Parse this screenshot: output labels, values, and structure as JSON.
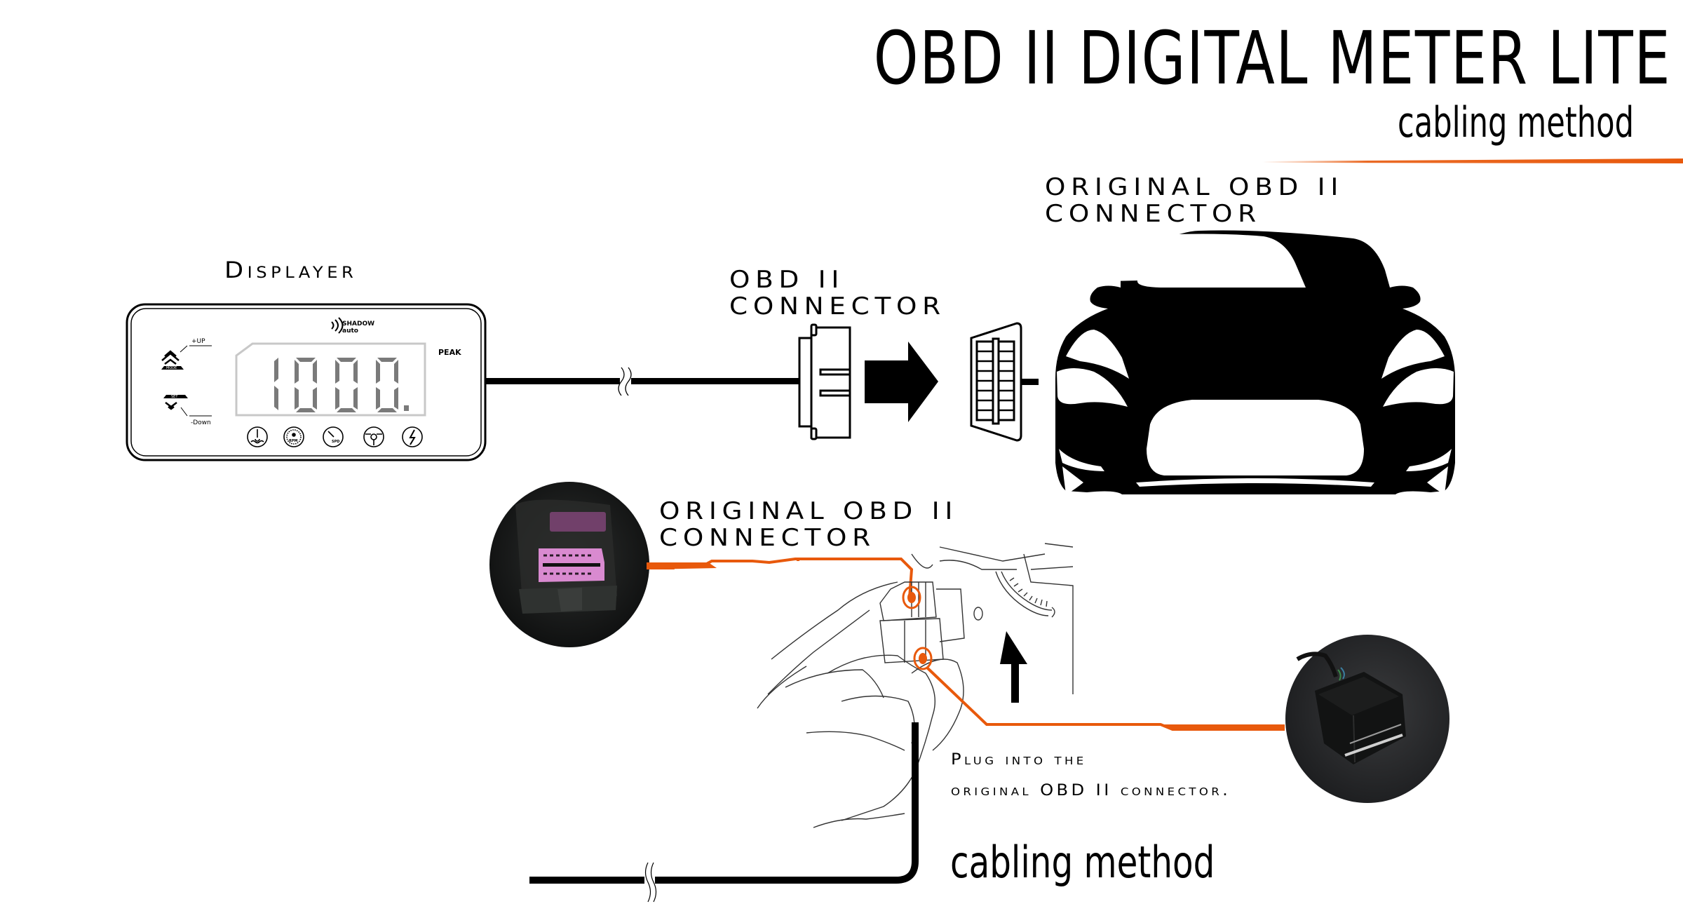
{
  "header": {
    "title": "OBD II DIGITAL METER LITE",
    "subtitle": "cabling method",
    "accent_color": "#e8590c"
  },
  "labels": {
    "displayer": "Displayer",
    "obd_connector": [
      "OBD II",
      "CONNECTOR"
    ],
    "original_obd_top": [
      "ORIGINAL OBD II",
      "CONNECTOR"
    ],
    "original_obd_mid": [
      "ORIGINAL OBD II",
      "CONNECTOR"
    ],
    "plug_instruction": [
      "Plug into the",
      "original OBD II connector."
    ],
    "bottom_caption": "cabling method"
  },
  "meter": {
    "brand_line1": "SHADOW",
    "brand_line2": "auto",
    "reading": "1000.",
    "peak_label": "PEAK",
    "up_label": "+UP",
    "down_label": "-Down",
    "mode_label": "MODE",
    "set_label": "SET",
    "gauge_icons": [
      "coolant-temp",
      "rpm",
      "speed",
      "throttle",
      "voltage"
    ],
    "rpm_text": "RPM",
    "spd_text": "SPD"
  },
  "colors": {
    "line": "#000000",
    "accent": "#e8590c",
    "lcd_segment": "#7a7a7a",
    "lcd_border": "#c8c8c8",
    "connector_pink": "#d98ad0",
    "photo_dark": "#1a1c1b"
  }
}
